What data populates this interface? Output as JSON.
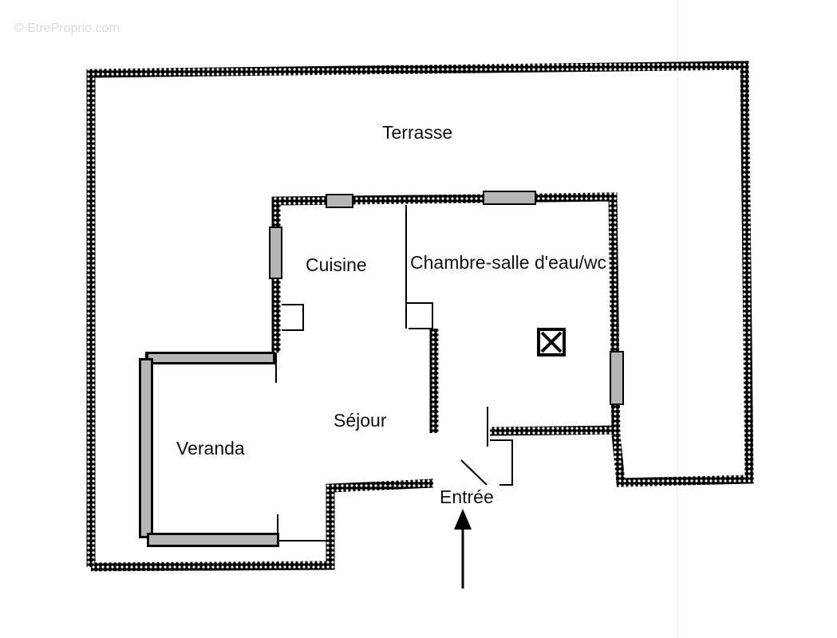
{
  "watermark": "© EtreProprio.com",
  "rooms": {
    "terrasse": "Terrasse",
    "cuisine": "Cuisine",
    "chambre": "Chambre-salle d'eau/wc",
    "sejour": "Séjour",
    "veranda": "Veranda",
    "entree": "Entrée"
  },
  "colors": {
    "wall": "#000000",
    "window": "#b5b5b5",
    "background": "#ffffff"
  }
}
